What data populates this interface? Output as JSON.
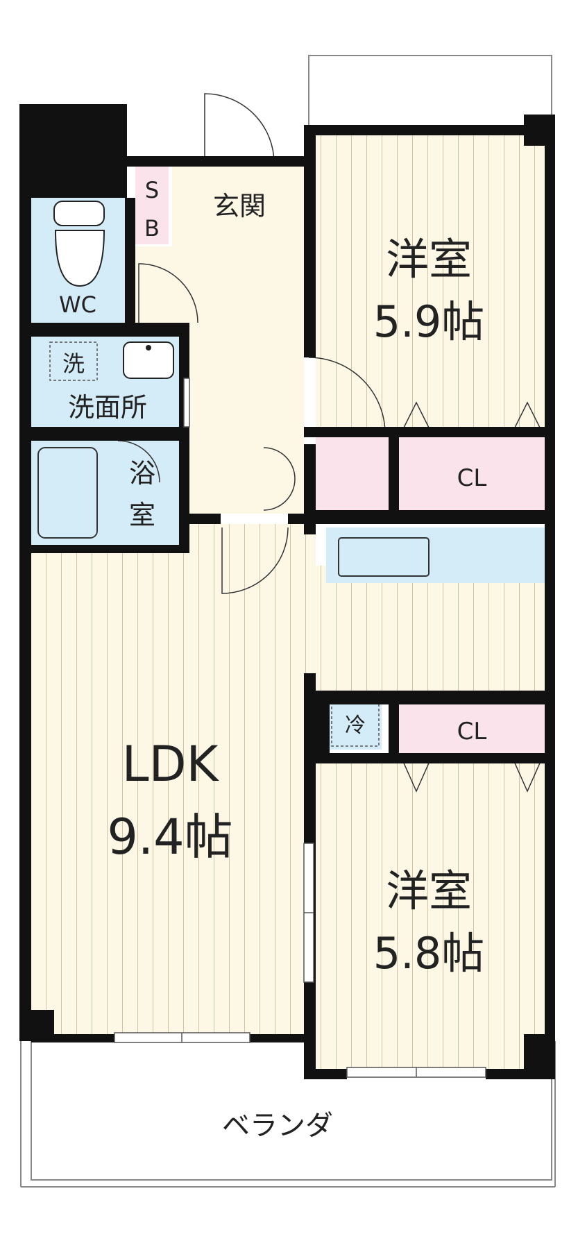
{
  "rooms": {
    "western_top": {
      "name": "洋室",
      "size": "5.9帖"
    },
    "western_bottom": {
      "name": "洋室",
      "size": "5.8帖"
    },
    "ldk": {
      "name": "LDK",
      "size": "9.4帖"
    },
    "entrance": {
      "name": "玄関"
    },
    "shoe_box": {
      "line1": "S",
      "line2": "B"
    },
    "toilet": {
      "name": "WC"
    },
    "washroom": {
      "name": "洗面所",
      "washer": "洗"
    },
    "bathroom": {
      "line1": "浴",
      "line2": "室"
    },
    "closet_top": {
      "name": "CL"
    },
    "closet_bottom": {
      "name": "CL"
    },
    "fridge": {
      "name": "冷"
    },
    "veranda": {
      "name": "ベランダ"
    }
  },
  "colors": {
    "wall": "#111111",
    "floor_room": "#fdf7e6",
    "floor_stripe": "#cfc3a4",
    "water_area": "#d4ecf8",
    "closet": "#fbe3ec",
    "veranda": "#ffffff"
  }
}
